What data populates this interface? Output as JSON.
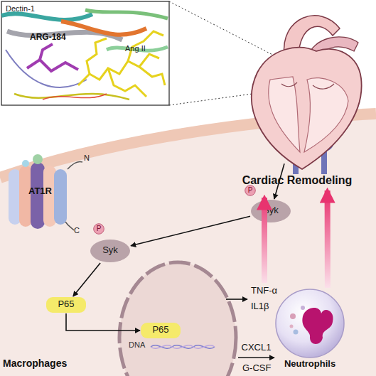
{
  "diagram": {
    "nodes": [
      {
        "text": [
          "Dectin-1"
        ]
      },
      {
        "text": [
          "Dectin-1"
        ]
      },
      {
        "text": [
          "Ang II"
        ]
      },
      {
        "text": [
          "P"
        ]
      },
      {
        "text": [
          "Syk"
        ]
      },
      {
        "text": [
          "P"
        ]
      },
      {
        "text": [
          "Syk"
        ]
      },
      {
        "text": [
          "P65"
        ]
      },
      {
        "text": [
          "DNA"
        ]
      },
      {
        "text": [
          "P65"
        ],
        "in": 8
      },
      {
        "text": [
          "Cardiac Remodeling"
        ]
      },
      {
        "text": [
          "Neutrophils"
        ]
      }
    ],
    "edges": [
      {
        "from": 0,
        "to": 4,
        "arrow": "to"
      },
      {
        "from": 4,
        "to": 6,
        "arrow": "to"
      },
      {
        "from": 6,
        "to": 7,
        "arrow": "to"
      },
      {
        "from": 7,
        "to": 9,
        "arrow": "to"
      },
      {
        "from": 8,
        "to": 11,
        "label": "CXCL1",
        "arrow": "to"
      },
      {
        "from": 11,
        "to": 10,
        "arrow": "to"
      }
    ],
    "labels": [
      "Dectin-1",
      "ARG-184",
      "Ang II",
      "AT1R",
      "N",
      "C",
      "TNF-α",
      "IL1β",
      "G-CSF",
      "Macrophages"
    ]
  }
}
